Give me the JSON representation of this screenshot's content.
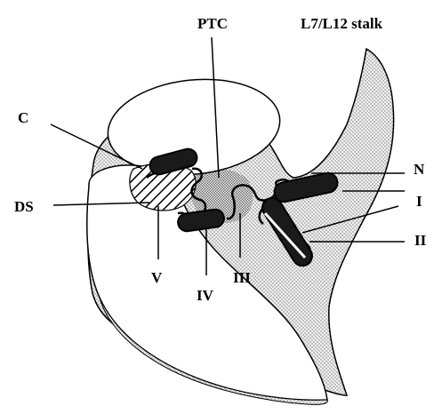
{
  "labels": {
    "ptc": "PTC",
    "stalk": "L7/L12 stalk",
    "c": "C",
    "ds": "DS",
    "n": "N",
    "i": "I",
    "ii": "II",
    "iii": "III",
    "iv": "IV",
    "v": "V"
  },
  "colors": {
    "stroke": "#000000",
    "fill_light": "#ffffff",
    "fill_stipple_light": "#e6e6e6",
    "fill_stipple_dark": "#bfbfbf",
    "helix": "#1a1a1a"
  }
}
